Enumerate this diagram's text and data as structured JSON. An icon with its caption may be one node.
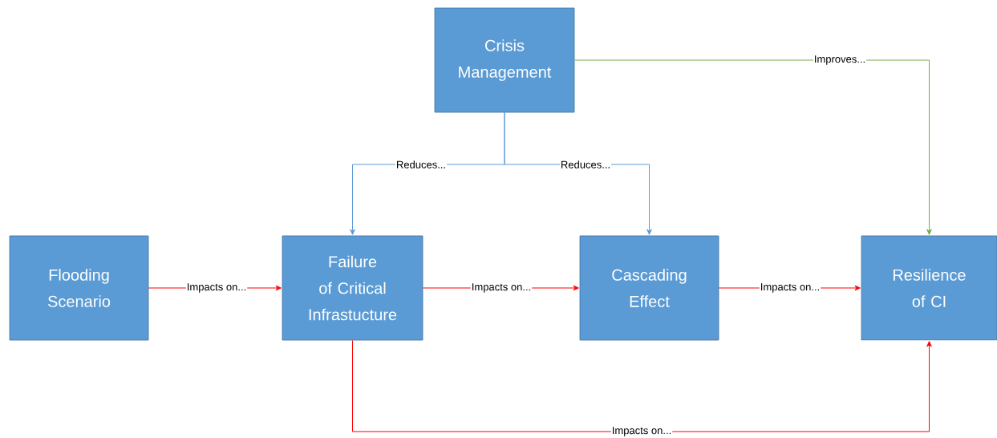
{
  "diagram": {
    "nodes": [
      {
        "text": [
          "Crisis Management"
        ]
      },
      {
        "text": [
          "Flooding Scenario"
        ]
      },
      {
        "text": [
          "Failure of Critical Infrastucture"
        ]
      },
      {
        "text": [
          "Cascading Effect"
        ]
      },
      {
        "text": [
          "Resilience of CI"
        ]
      }
    ],
    "edges": [
      {
        "from": 1,
        "to": 2,
        "arrow": "to",
        "label": "Impacts on...",
        "color": "#ff0000"
      },
      {
        "from": 2,
        "to": 3,
        "arrow": "to",
        "label": "Impacts on...",
        "color": "#ff0000"
      },
      {
        "from": 3,
        "to": 4,
        "arrow": "to",
        "label": "Impacts on...",
        "color": "#ff0000"
      },
      {
        "from": 2,
        "to": 4,
        "arrow": "to",
        "label": "Impacts on...",
        "color": "#ff0000"
      },
      {
        "from": 0,
        "to": 2,
        "arrow": "to",
        "label": "Reduces...",
        "color": "#5b9bd5"
      },
      {
        "from": 0,
        "to": 3,
        "arrow": "to",
        "label": "Reduces...",
        "color": "#5b9bd5"
      },
      {
        "from": 0,
        "to": 4,
        "arrow": "to",
        "label": "Improves...",
        "color": "#70ad47"
      }
    ]
  }
}
